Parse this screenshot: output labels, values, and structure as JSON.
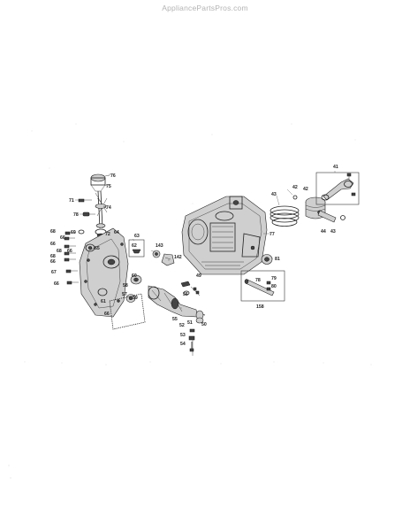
{
  "watermark": "AppliancePartsPros.com",
  "callouts": {
    "c76": "76",
    "c75": "75",
    "c71": "71",
    "c78": "78",
    "c74": "74",
    "c72": "72",
    "c68a": "68",
    "c69a": "69",
    "c66a": "66",
    "c66b": "66",
    "c68b": "68",
    "c66c": "66",
    "c68c": "68",
    "c66d": "66",
    "c67": "67",
    "c66e": "66",
    "c65": "65",
    "c64": "64",
    "c63": "63",
    "c62": "62",
    "c143": "143",
    "c142": "142",
    "c60": "60",
    "c58": "58",
    "c57": "57",
    "c59": "59",
    "c61": "61",
    "c66f": "66",
    "c49": "49",
    "c56": "56",
    "c55": "55",
    "c51": "51",
    "c50": "50",
    "c52": "52",
    "c53": "53",
    "c54": "54",
    "c41": "41",
    "c42a": "42",
    "c42b": "42",
    "c43a": "43",
    "c44": "44",
    "c43b": "43",
    "c77": "77",
    "c81": "81",
    "c78b": "78",
    "c79": "79",
    "c80": "80",
    "c158": "158"
  }
}
